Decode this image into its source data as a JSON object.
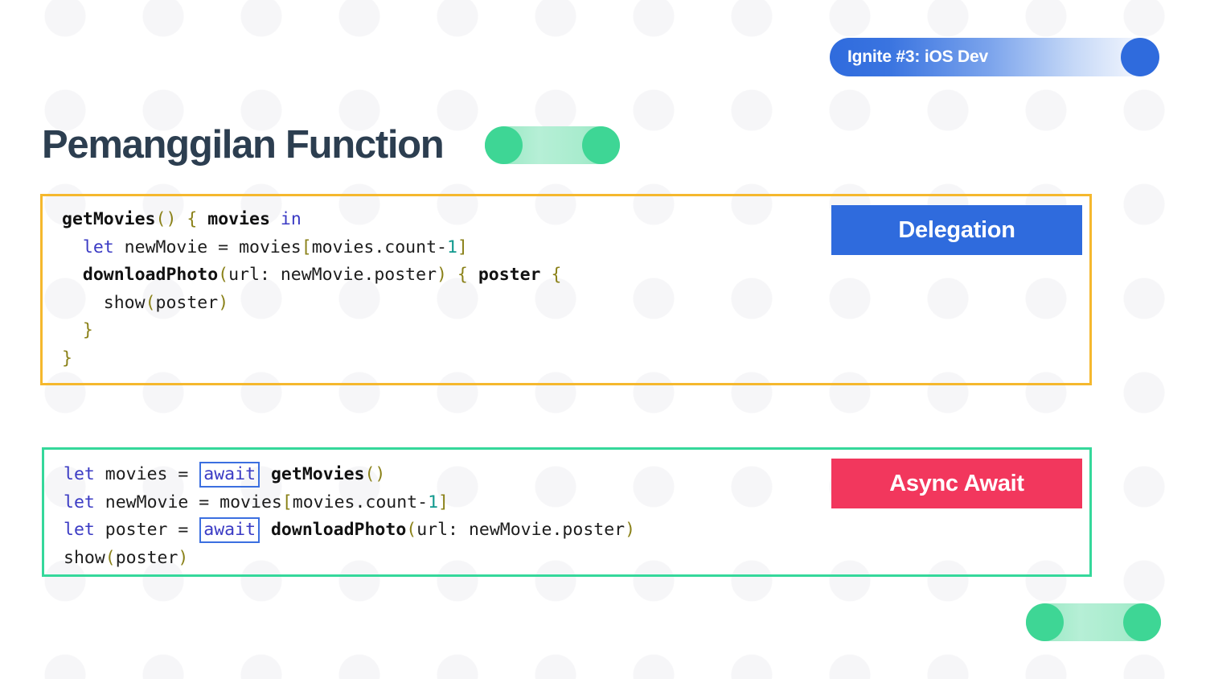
{
  "slide": {
    "title": "Pemanggilan Function",
    "header_badge_label": "Ignite #3: iOS Dev",
    "colors": {
      "title": "#2C3E50",
      "header_badge_blue": "#2F6BDD",
      "delegation_badge": "#2F6BDD",
      "async_badge": "#F2375D",
      "delegation_border": "#F5B82E",
      "async_border": "#35D89B",
      "pill_green": "#3ED695",
      "pill_green_light": "#B6EFD6",
      "keyword": "#3B3BC4",
      "punctuation": "#8A8118",
      "number": "#11998E",
      "await_box_border": "#3B6FE0"
    }
  },
  "delegation_block": {
    "tag_label": "Delegation",
    "code_text": "getMovies() { movies in\n  let newMovie = movies[movies.count-1]\n  downloadPhoto(url: newMovie.poster) { poster {\n    show(poster)\n  }\n}",
    "lines": [
      {
        "tokens": [
          {
            "t": "getMovies",
            "k": "bold"
          },
          {
            "t": "()",
            "k": "punc"
          },
          {
            "t": " ",
            "k": "plain"
          },
          {
            "t": "{",
            "k": "punc"
          },
          {
            "t": " ",
            "k": "plain"
          },
          {
            "t": "movies",
            "k": "bold"
          },
          {
            "t": " ",
            "k": "plain"
          },
          {
            "t": "in",
            "k": "kw"
          }
        ]
      },
      {
        "tokens": [
          {
            "t": "  ",
            "k": "plain"
          },
          {
            "t": "let",
            "k": "kw"
          },
          {
            "t": " newMovie = movies",
            "k": "plain"
          },
          {
            "t": "[",
            "k": "punc"
          },
          {
            "t": "movies.count-",
            "k": "plain"
          },
          {
            "t": "1",
            "k": "num"
          },
          {
            "t": "]",
            "k": "punc"
          }
        ]
      },
      {
        "tokens": [
          {
            "t": "  ",
            "k": "plain"
          },
          {
            "t": "downloadPhoto",
            "k": "bold"
          },
          {
            "t": "(",
            "k": "punc"
          },
          {
            "t": "url: newMovie.poster",
            "k": "plain"
          },
          {
            "t": ")",
            "k": "punc"
          },
          {
            "t": " ",
            "k": "plain"
          },
          {
            "t": "{",
            "k": "punc"
          },
          {
            "t": " ",
            "k": "plain"
          },
          {
            "t": "poster",
            "k": "bold"
          },
          {
            "t": " ",
            "k": "plain"
          },
          {
            "t": "{",
            "k": "punc"
          }
        ]
      },
      {
        "tokens": [
          {
            "t": "    show",
            "k": "plain"
          },
          {
            "t": "(",
            "k": "punc"
          },
          {
            "t": "poster",
            "k": "plain"
          },
          {
            "t": ")",
            "k": "punc"
          }
        ]
      },
      {
        "tokens": [
          {
            "t": "  ",
            "k": "plain"
          },
          {
            "t": "}",
            "k": "punc"
          }
        ]
      },
      {
        "tokens": [
          {
            "t": "}",
            "k": "punc"
          }
        ]
      }
    ]
  },
  "async_block": {
    "tag_label": "Async Await",
    "code_text": "let movies = await getMovies()\nlet newMovie = movies[movies.count-1]\nlet poster = await downloadPhoto(url: newMovie.poster)\nshow(poster)",
    "lines": [
      {
        "tokens": [
          {
            "t": "let",
            "k": "kw"
          },
          {
            "t": " movies = ",
            "k": "plain"
          },
          {
            "t": "await",
            "k": "await"
          },
          {
            "t": " ",
            "k": "plain"
          },
          {
            "t": "getMovies",
            "k": "bold"
          },
          {
            "t": "()",
            "k": "punc"
          }
        ]
      },
      {
        "tokens": [
          {
            "t": "let",
            "k": "kw"
          },
          {
            "t": " newMovie = movies",
            "k": "plain"
          },
          {
            "t": "[",
            "k": "punc"
          },
          {
            "t": "movies.count-",
            "k": "plain"
          },
          {
            "t": "1",
            "k": "num"
          },
          {
            "t": "]",
            "k": "punc"
          }
        ]
      },
      {
        "tokens": [
          {
            "t": "let",
            "k": "kw"
          },
          {
            "t": " poster = ",
            "k": "plain"
          },
          {
            "t": "await",
            "k": "await"
          },
          {
            "t": " ",
            "k": "plain"
          },
          {
            "t": "downloadPhoto",
            "k": "bold"
          },
          {
            "t": "(",
            "k": "punc"
          },
          {
            "t": "url: newMovie.poster",
            "k": "plain"
          },
          {
            "t": ")",
            "k": "punc"
          }
        ]
      },
      {
        "tokens": [
          {
            "t": "show",
            "k": "plain"
          },
          {
            "t": "(",
            "k": "punc"
          },
          {
            "t": "poster",
            "k": "plain"
          },
          {
            "t": ")",
            "k": "punc"
          }
        ]
      }
    ]
  }
}
